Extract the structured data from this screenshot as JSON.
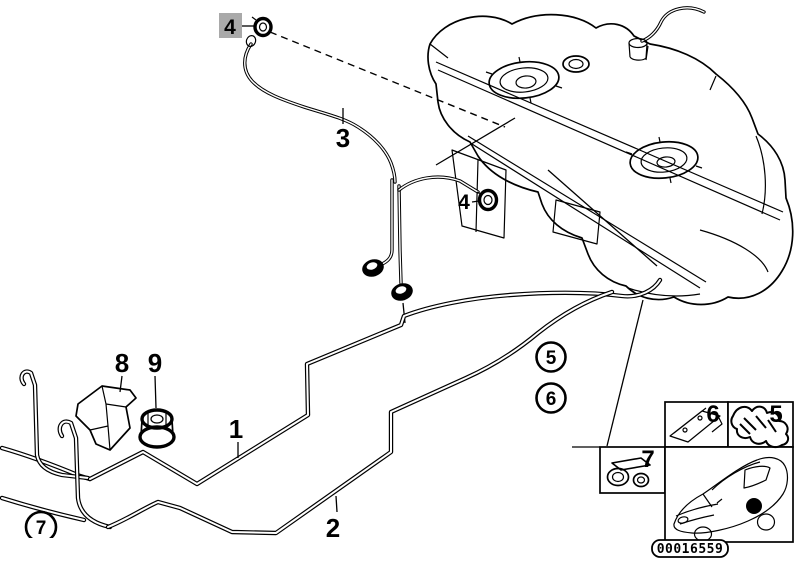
{
  "figure": {
    "type": "fuel-pipe-parts-diagram",
    "background": "#ffffff",
    "ink": "#000000",
    "highlight_color": "#a9a9a9"
  },
  "part_labels": {
    "pipe1": "1",
    "pipe2": "2",
    "pipe3": "3",
    "clip_top": "4",
    "clip_mid": "4",
    "bracket": "8",
    "nut": "9"
  },
  "callouts": {
    "five": "5",
    "six": "6",
    "seven": "7"
  },
  "inset": {
    "holder_cell": "6",
    "clip_cell": "5",
    "clamp_cell": "7",
    "stamp": "00016559"
  }
}
